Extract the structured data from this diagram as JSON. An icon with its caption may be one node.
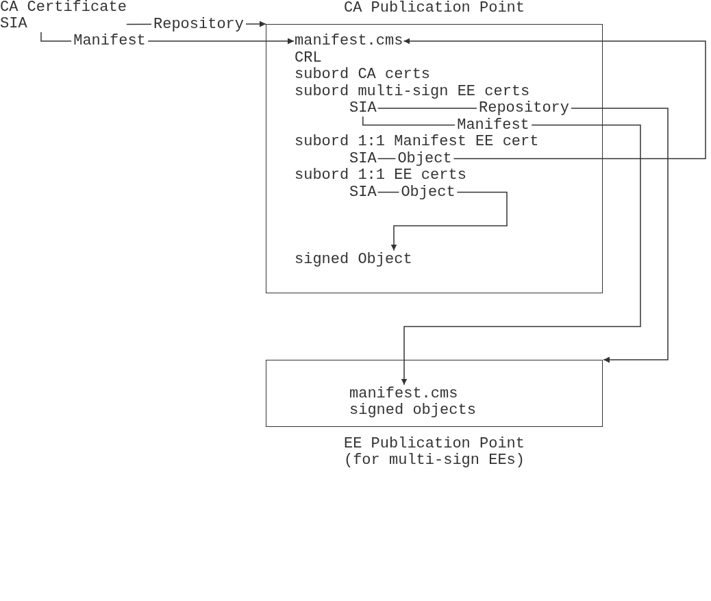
{
  "diagram": {
    "nodes": [
      {
        "text": [
          "CA Certificate",
          "SIA"
        ]
      },
      {
        "text": [
          "CA Publication Point"
        ]
      },
      {
        "text": [
          "manifest.cms"
        ],
        "in": 1
      },
      {
        "text": [
          "CRL"
        ],
        "in": 1
      },
      {
        "text": [
          "subord CA certs"
        ],
        "in": 1
      },
      {
        "text": [
          "subord multi-sign EE certs"
        ],
        "in": 1
      },
      {
        "text": [
          "SIA"
        ],
        "in": 1
      },
      {
        "text": [
          "subord 1:1 Manifest EE cert"
        ],
        "in": 1
      },
      {
        "text": [
          "SIA"
        ],
        "in": 1
      },
      {
        "text": [
          "subord 1:1 EE certs"
        ],
        "in": 1
      },
      {
        "text": [
          "SIA"
        ],
        "in": 1
      },
      {
        "text": [
          "signed Object"
        ],
        "in": 1
      },
      {
        "text": [
          "EE Publication Point (for multi-sign EEs)"
        ]
      },
      {
        "text": [
          "manifest.cms"
        ],
        "in": 12
      },
      {
        "text": [
          "signed objects"
        ],
        "in": 12
      }
    ],
    "edges": [
      {
        "from": 0,
        "to": 1,
        "label": "Repository",
        "arrow": "to"
      },
      {
        "from": 0,
        "to": 2,
        "label": "Manifest",
        "arrow": "to"
      },
      {
        "from": 6,
        "to": 12,
        "label": "Repository",
        "arrow": "to"
      },
      {
        "from": 6,
        "to": 13,
        "label": "Manifest",
        "arrow": "to"
      },
      {
        "from": 8,
        "to": 2,
        "label": "Object",
        "arrow": "to"
      },
      {
        "from": 10,
        "to": 11,
        "label": "Object",
        "arrow": "to"
      }
    ]
  }
}
